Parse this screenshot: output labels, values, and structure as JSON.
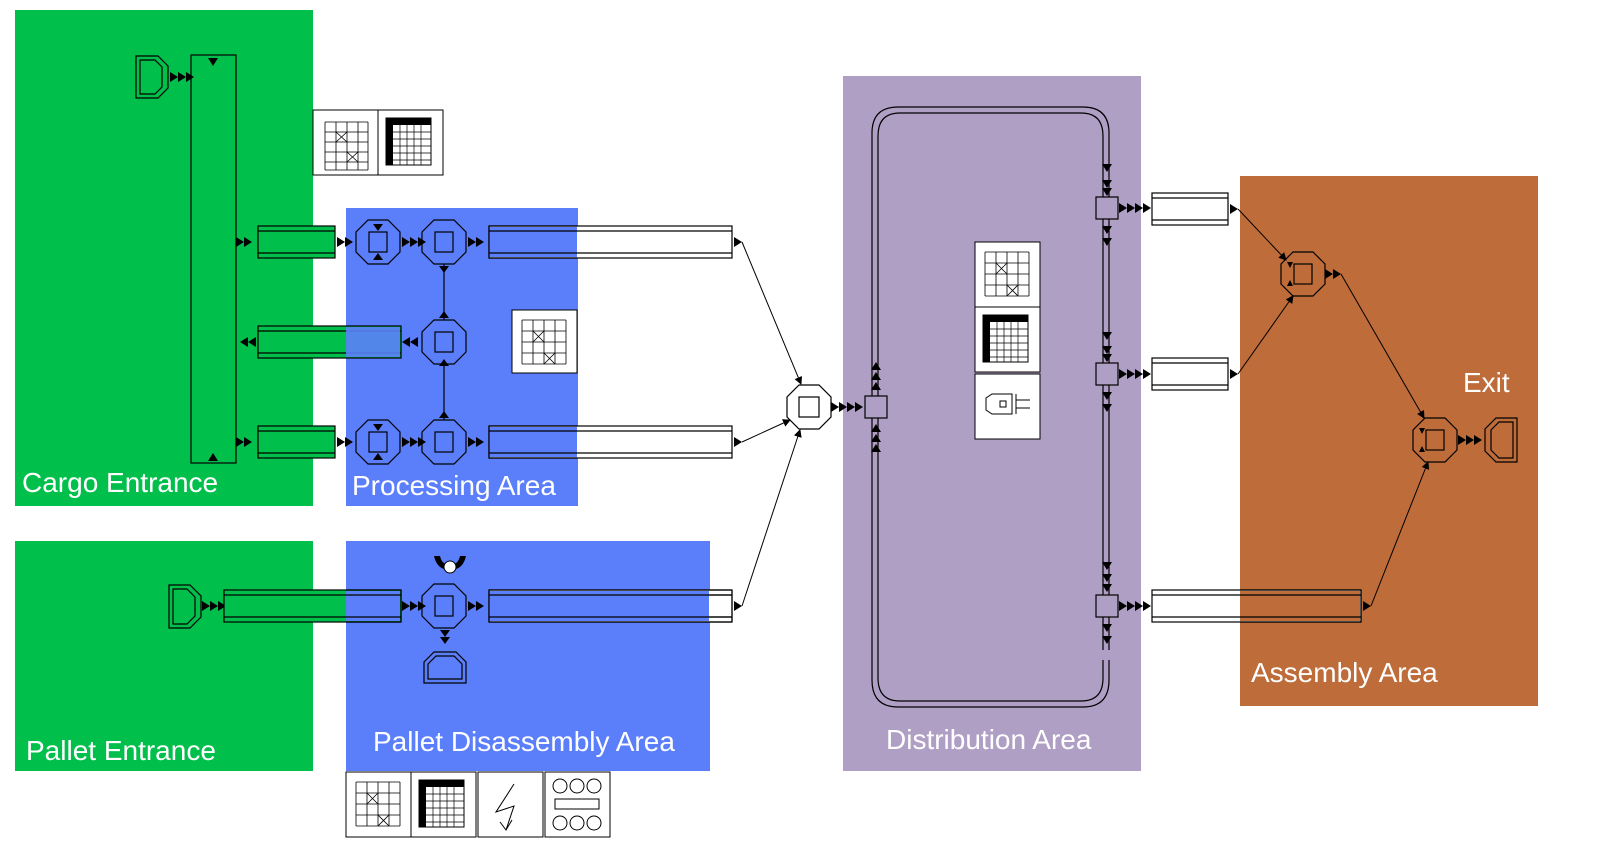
{
  "colors": {
    "green": "#00c04b",
    "blue": "#5b7ffb",
    "purple": "#b09fc5",
    "brown": "#bd6c3a",
    "line": "#000000",
    "label": "#ffffff"
  },
  "areas": {
    "cargo_entrance": "Cargo Entrance",
    "pallet_entrance": "Pallet Entrance",
    "processing": "Processing Area",
    "pallet_disassembly": "Pallet Disassembly Area",
    "distribution": "Distribution Area",
    "assembly": "Assembly Area"
  },
  "exit_label": "Exit",
  "icons": {
    "cargo_panel": [
      "grid-cross-icon",
      "table-grid-icon"
    ],
    "processing_panel": [
      "grid-cross-icon"
    ],
    "distribution_panel": [
      "grid-cross-icon",
      "table-grid-icon",
      "vehicle-icon"
    ],
    "disassembly_panel": [
      "grid-cross-icon",
      "table-grid-icon",
      "lightning-icon",
      "circles-icon"
    ]
  }
}
